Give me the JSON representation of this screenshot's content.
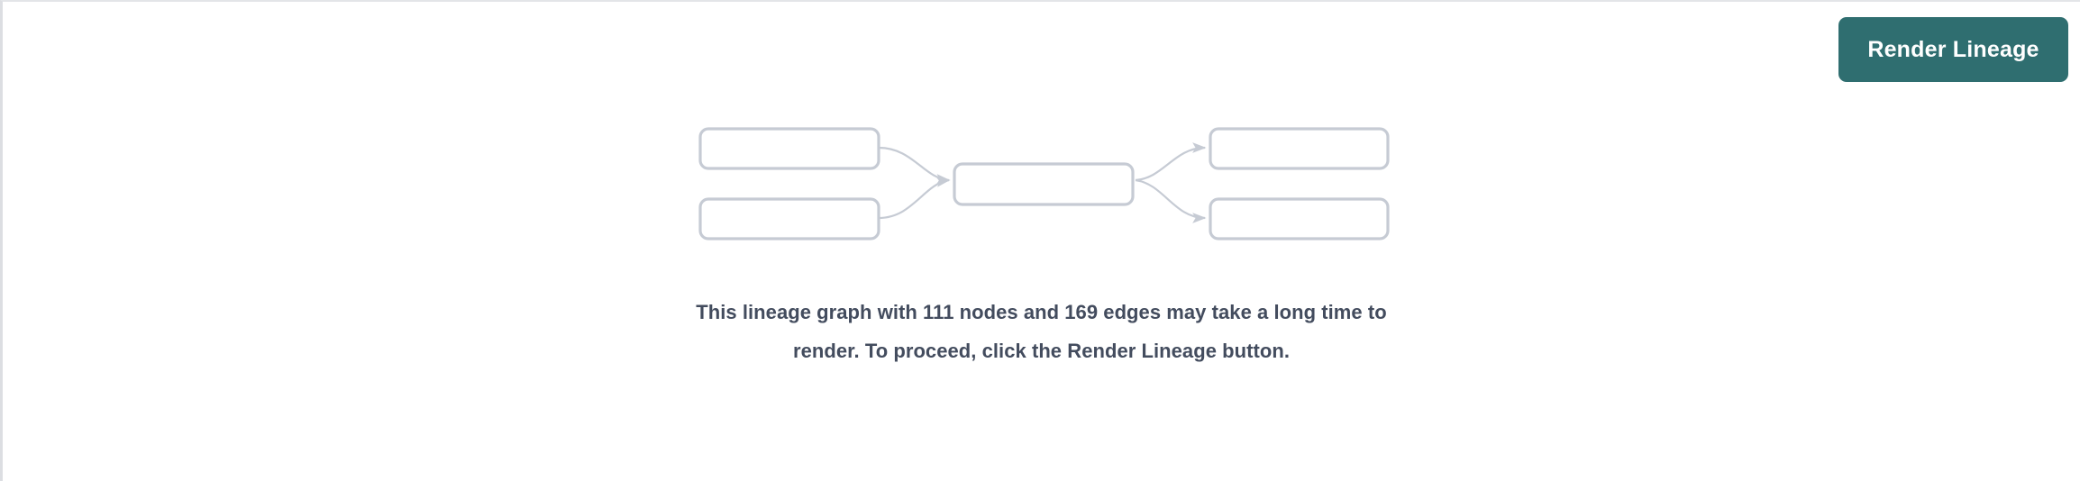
{
  "page": {
    "background_color": "#ffffff",
    "border_color": "#dcdee2"
  },
  "toolbar": {
    "render_button_label": "Render Lineage",
    "render_button_color": "#2f6e70",
    "render_button_text_color": "#ffffff"
  },
  "placeholder_graph": {
    "description": "lineage-graph-placeholder",
    "node_border_color": "#c6cbd4",
    "edge_color": "#c6cbd4",
    "node_count_shown": 5,
    "edge_count_shown": 4,
    "nodes": [
      {
        "id": "upstream-1",
        "label": "",
        "column": "left",
        "row": "top"
      },
      {
        "id": "upstream-2",
        "label": "",
        "column": "left",
        "row": "bottom"
      },
      {
        "id": "focus",
        "label": "",
        "column": "center",
        "row": "middle"
      },
      {
        "id": "downstream-1",
        "label": "",
        "column": "right",
        "row": "top"
      },
      {
        "id": "downstream-2",
        "label": "",
        "column": "right",
        "row": "bottom"
      }
    ],
    "edges": [
      {
        "from": "upstream-1",
        "to": "focus"
      },
      {
        "from": "upstream-2",
        "to": "focus"
      },
      {
        "from": "focus",
        "to": "downstream-1"
      },
      {
        "from": "focus",
        "to": "downstream-2"
      }
    ]
  },
  "message": {
    "text": "This lineage graph with 111 nodes and 169 edges may take a long time to render. To proceed, click the Render Lineage button.",
    "node_count": 111,
    "edge_count": 169,
    "text_color": "#434c5e"
  }
}
